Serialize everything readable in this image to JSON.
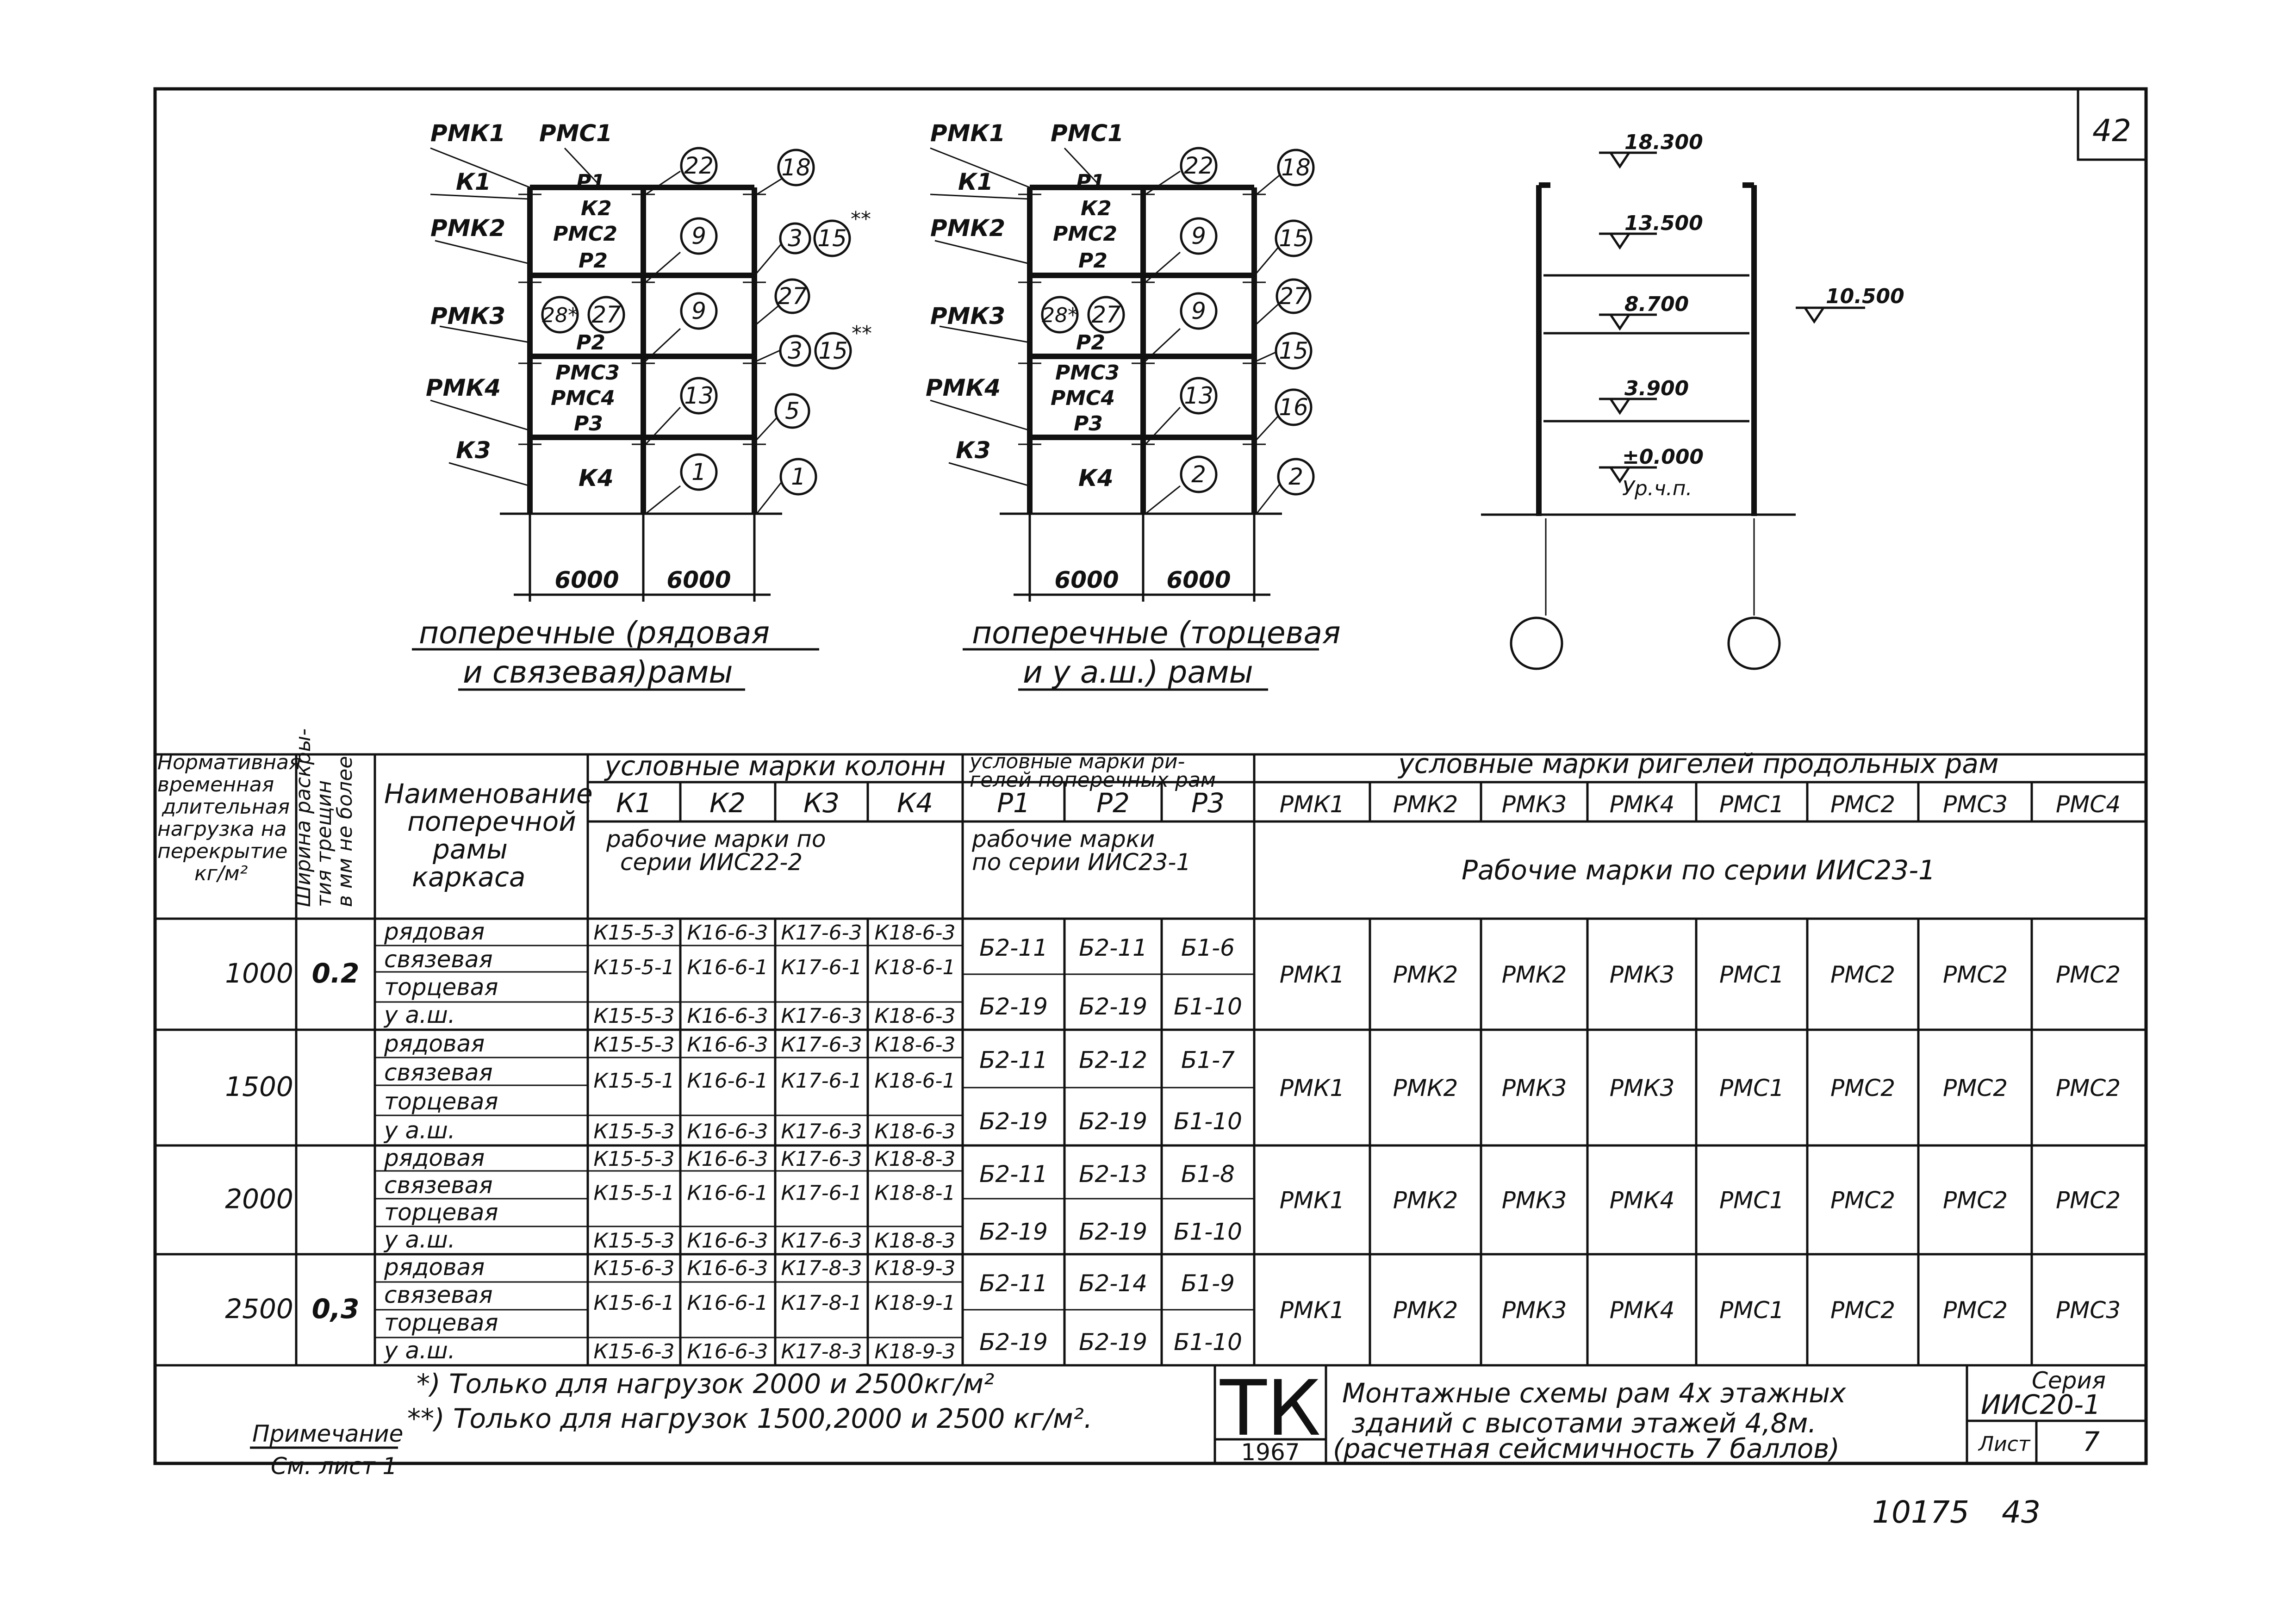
{
  "sheet_number": "42",
  "frames": {
    "left": {
      "labels": {
        "rmk1": "РМК1",
        "rmc1": "РМС1",
        "k1": "К1",
        "rmk2": "РМК2",
        "rmk3": "РМК3",
        "rmk4": "РМК4",
        "k3": "К3",
        "p1": "Р1",
        "k2": "К2",
        "rmc2": "РМС2",
        "p2a": "Р2",
        "p2b": "Р2",
        "rmc3": "РМС3",
        "rmc4": "РМС4",
        "p3": "Р3",
        "k4": "К4"
      },
      "circles": [
        "22",
        "18",
        "9",
        "3",
        "15",
        "28*",
        "27",
        "9",
        "27",
        "3",
        "15",
        "13",
        "5",
        "1",
        "1"
      ],
      "star_marks": [
        "**",
        "**"
      ],
      "spans": [
        "6000",
        "6000"
      ],
      "caption_line1": "поперечные (рядовая",
      "caption_line2": "и связевая)рамы"
    },
    "middle": {
      "labels": {
        "rmk1": "РМК1",
        "rmc1": "РМС1",
        "k1": "К1",
        "rmk2": "РМК2",
        "rmk3": "РМК3",
        "rmk4": "РМК4",
        "k3": "К3",
        "p1": "Р1",
        "k2": "К2",
        "rmc2": "РМС2",
        "p2a": "Р2",
        "p2b": "Р2",
        "rmc3": "РМС3",
        "rmc4": "РМС4",
        "p3": "Р3",
        "k4": "К4"
      },
      "circles": [
        "22",
        "18",
        "9",
        "15",
        "28*",
        "27",
        "9",
        "27",
        "15",
        "13",
        "16",
        "2",
        "2"
      ],
      "spans": [
        "6000",
        "6000"
      ],
      "caption_line1": "поперечные (торцевая",
      "caption_line2": "и у а.ш.) рамы"
    },
    "section": {
      "levels": [
        "18.300",
        "13.500",
        "8.700",
        "3.900",
        "±0.000"
      ],
      "side_level": "10.500",
      "ground_label": "Ур.ч.п."
    }
  },
  "table": {
    "header": {
      "load": "Нормативная временная длительная нагрузка на перекрытие кг/м²",
      "crack": "Ширина раскрытия трещин в мм не более",
      "name": "Наименование поперечной рамы каркаса",
      "columns_title": "условные марки колонн",
      "columns": [
        "К1",
        "К2",
        "К3",
        "К4"
      ],
      "columns_series": "рабочие марки по серии ИИС22-2",
      "girders_title": "условные марки ригелей поперечных рам",
      "girders": [
        "Р1",
        "Р2",
        "Р3"
      ],
      "girders_series": "рабочие марки по серии ИИС23-1",
      "long_title": "условные марки ригелей продольных рам",
      "long": [
        "РМК1",
        "РМК2",
        "РМК3",
        "РМК4",
        "РМС1",
        "РМС2",
        "РМС3",
        "РМС4"
      ],
      "long_series": "Рабочие марки по серии ИИС23-1"
    },
    "groups": [
      {
        "load": "1000",
        "crack": "0.2",
        "rows": [
          {
            "name": "рядовая",
            "k": [
              "К15-5-3",
              "К16-6-3",
              "К17-6-3",
              "К18-6-3"
            ]
          },
          {
            "name": "связевая",
            "k": [
              "К15-5-1",
              "К16-6-1",
              "К17-6-1",
              "К18-6-1"
            ]
          },
          {
            "name": "торцевая",
            "k": null
          },
          {
            "name": "у а.ш.",
            "k": [
              "К15-5-3",
              "К16-6-3",
              "К17-6-3",
              "К18-6-3"
            ]
          }
        ],
        "p_top": [
          "Б2-11",
          "Б2-11",
          "Б1-6"
        ],
        "p_bot": [
          "Б2-19",
          "Б2-19",
          "Б1-10"
        ],
        "long": [
          "РМК1",
          "РМК2",
          "РМК2",
          "РМК3",
          "РМС1",
          "РМС2",
          "РМС2",
          "РМС2"
        ]
      },
      {
        "load": "1500",
        "crack": "",
        "rows": [
          {
            "name": "рядовая",
            "k": [
              "К15-5-3",
              "К16-6-3",
              "К17-6-3",
              "К18-6-3"
            ]
          },
          {
            "name": "связевая",
            "k": [
              "К15-5-1",
              "К16-6-1",
              "К17-6-1",
              "К18-6-1"
            ]
          },
          {
            "name": "торцевая",
            "k": null
          },
          {
            "name": "у а.ш.",
            "k": [
              "К15-5-3",
              "К16-6-3",
              "К17-6-3",
              "К18-6-3"
            ]
          }
        ],
        "p_top": [
          "Б2-11",
          "Б2-12",
          "Б1-7"
        ],
        "p_bot": [
          "Б2-19",
          "Б2-19",
          "Б1-10"
        ],
        "long": [
          "РМК1",
          "РМК2",
          "РМК3",
          "РМК3",
          "РМС1",
          "РМС2",
          "РМС2",
          "РМС2"
        ]
      },
      {
        "load": "2000",
        "crack": "",
        "rows": [
          {
            "name": "рядовая",
            "k": [
              "К15-5-3",
              "К16-6-3",
              "К17-6-3",
              "К18-8-3"
            ]
          },
          {
            "name": "связевая",
            "k": [
              "К15-5-1",
              "К16-6-1",
              "К17-6-1",
              "К18-8-1"
            ]
          },
          {
            "name": "торцевая",
            "k": null
          },
          {
            "name": "у а.ш.",
            "k": [
              "К15-5-3",
              "К16-6-3",
              "К17-6-3",
              "К18-8-3"
            ]
          }
        ],
        "p_top": [
          "Б2-11",
          "Б2-13",
          "Б1-8"
        ],
        "p_bot": [
          "Б2-19",
          "Б2-19",
          "Б1-10"
        ],
        "long": [
          "РМК1",
          "РМК2",
          "РМК3",
          "РМК4",
          "РМС1",
          "РМС2",
          "РМС2",
          "РМС2"
        ]
      },
      {
        "load": "2500",
        "crack": "0,3",
        "rows": [
          {
            "name": "рядовая",
            "k": [
              "К15-6-3",
              "К16-6-3",
              "К17-8-3",
              "К18-9-3"
            ]
          },
          {
            "name": "связевая",
            "k": [
              "К15-6-1",
              "К16-6-1",
              "К17-8-1",
              "К18-9-1"
            ]
          },
          {
            "name": "торцевая",
            "k": null
          },
          {
            "name": "у а.ш.",
            "k": [
              "К15-6-3",
              "К16-6-3",
              "К17-8-3",
              "К18-9-3"
            ]
          }
        ],
        "p_top": [
          "Б2-11",
          "Б2-14",
          "Б1-9"
        ],
        "p_bot": [
          "Б2-19",
          "Б2-19",
          "Б1-10"
        ],
        "long": [
          "РМК1",
          "РМК2",
          "РМК3",
          "РМК4",
          "РМС1",
          "РМС2",
          "РМС2",
          "РМС3"
        ]
      }
    ]
  },
  "notes": {
    "star1": "*) Только для нагрузок 2000 и 2500кг/м²",
    "star2": "**) Только для нагрузок 1500,2000 и 2500 кг/м².",
    "title": "Примечание",
    "text": "См. лист 1"
  },
  "title_block": {
    "logo": "ТК",
    "year": "1967",
    "line1": "Монтажные схемы рам 4х этажных",
    "line2": "зданий с высотами этажей 4,8м.",
    "line3": "(расчетная сейсмичность 7 баллов)",
    "series_label": "Серия",
    "series_value": "ИИС20-1",
    "sheet_label": "Лист",
    "sheet_value": "7"
  },
  "footer": {
    "left": "10175",
    "right": "43"
  }
}
